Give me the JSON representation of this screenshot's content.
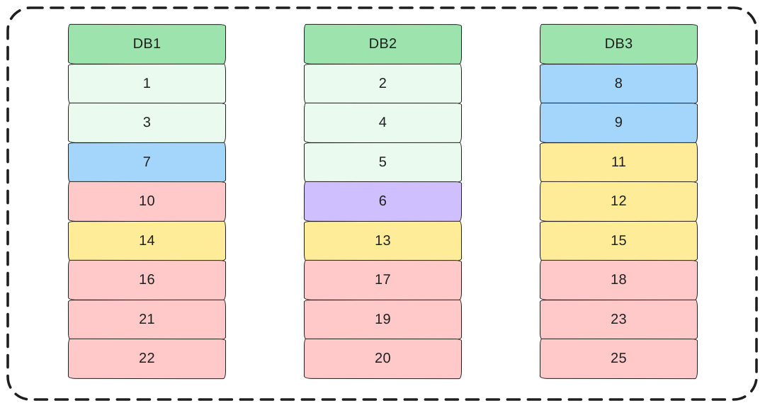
{
  "diagram": {
    "border_color": "#1e1e1e",
    "palette": {
      "green": "#9ce3ae",
      "pale_green": "#ebfaee",
      "blue": "#a4d6fc",
      "pink": "#ffc9c9",
      "yellow": "#ffec99",
      "purple": "#d0bfff"
    },
    "columns": [
      {
        "header": "DB1",
        "header_color": "green",
        "rows": [
          {
            "label": "1",
            "color": "pale_green"
          },
          {
            "label": "3",
            "color": "pale_green"
          },
          {
            "label": "7",
            "color": "blue"
          },
          {
            "label": "10",
            "color": "pink"
          },
          {
            "label": "14",
            "color": "yellow"
          },
          {
            "label": "16",
            "color": "pink"
          },
          {
            "label": "21",
            "color": "pink"
          },
          {
            "label": "22",
            "color": "pink"
          }
        ]
      },
      {
        "header": "DB2",
        "header_color": "green",
        "rows": [
          {
            "label": "2",
            "color": "pale_green"
          },
          {
            "label": "4",
            "color": "pale_green"
          },
          {
            "label": "5",
            "color": "pale_green"
          },
          {
            "label": "6",
            "color": "purple"
          },
          {
            "label": "13",
            "color": "yellow"
          },
          {
            "label": "17",
            "color": "pink"
          },
          {
            "label": "19",
            "color": "pink"
          },
          {
            "label": "20",
            "color": "pink"
          }
        ]
      },
      {
        "header": "DB3",
        "header_color": "green",
        "rows": [
          {
            "label": "8",
            "color": "blue"
          },
          {
            "label": "9",
            "color": "blue"
          },
          {
            "label": "11",
            "color": "yellow"
          },
          {
            "label": "12",
            "color": "yellow"
          },
          {
            "label": "15",
            "color": "yellow"
          },
          {
            "label": "18",
            "color": "pink"
          },
          {
            "label": "23",
            "color": "pink"
          },
          {
            "label": "25",
            "color": "pink"
          }
        ]
      }
    ]
  }
}
